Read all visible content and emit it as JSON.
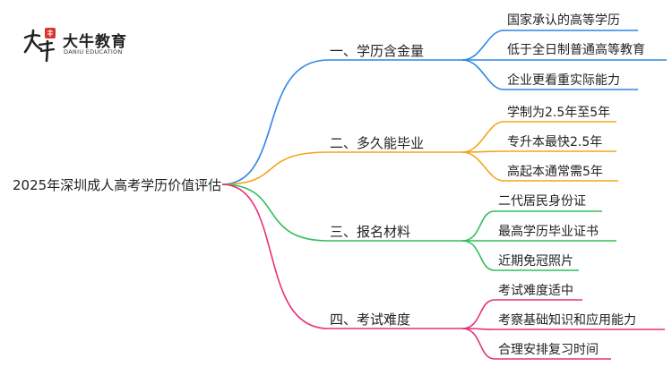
{
  "logo": {
    "brand_cn": "大牛教育",
    "brand_en": "DANIU EDUCATION",
    "mark_text": "大牛"
  },
  "root": {
    "label": "2025年深圳成人高考学历价值评估"
  },
  "colors": {
    "branch_1": "#2f86e6",
    "branch_2": "#f2a51a",
    "branch_3": "#2fbf5a",
    "branch_4": "#e6307a",
    "logo_red": "#d9352b"
  },
  "branches": [
    {
      "label": "一、学历含金量",
      "leaves": [
        "国家承认的高等学历",
        "低于全日制普通高等教育",
        "企业更看重实际能力"
      ]
    },
    {
      "label": "二、多久能毕业",
      "leaves": [
        "学制为2.5年至5年",
        "专升本最快2.5年",
        "高起本通常需5年"
      ]
    },
    {
      "label": "三、报名材料",
      "leaves": [
        "二代居民身份证",
        "最高学历毕业证书",
        "近期免冠照片"
      ]
    },
    {
      "label": "四、考试难度",
      "leaves": [
        "考试难度适中",
        "考察基础知识和应用能力",
        "合理安排复习时间"
      ]
    }
  ]
}
